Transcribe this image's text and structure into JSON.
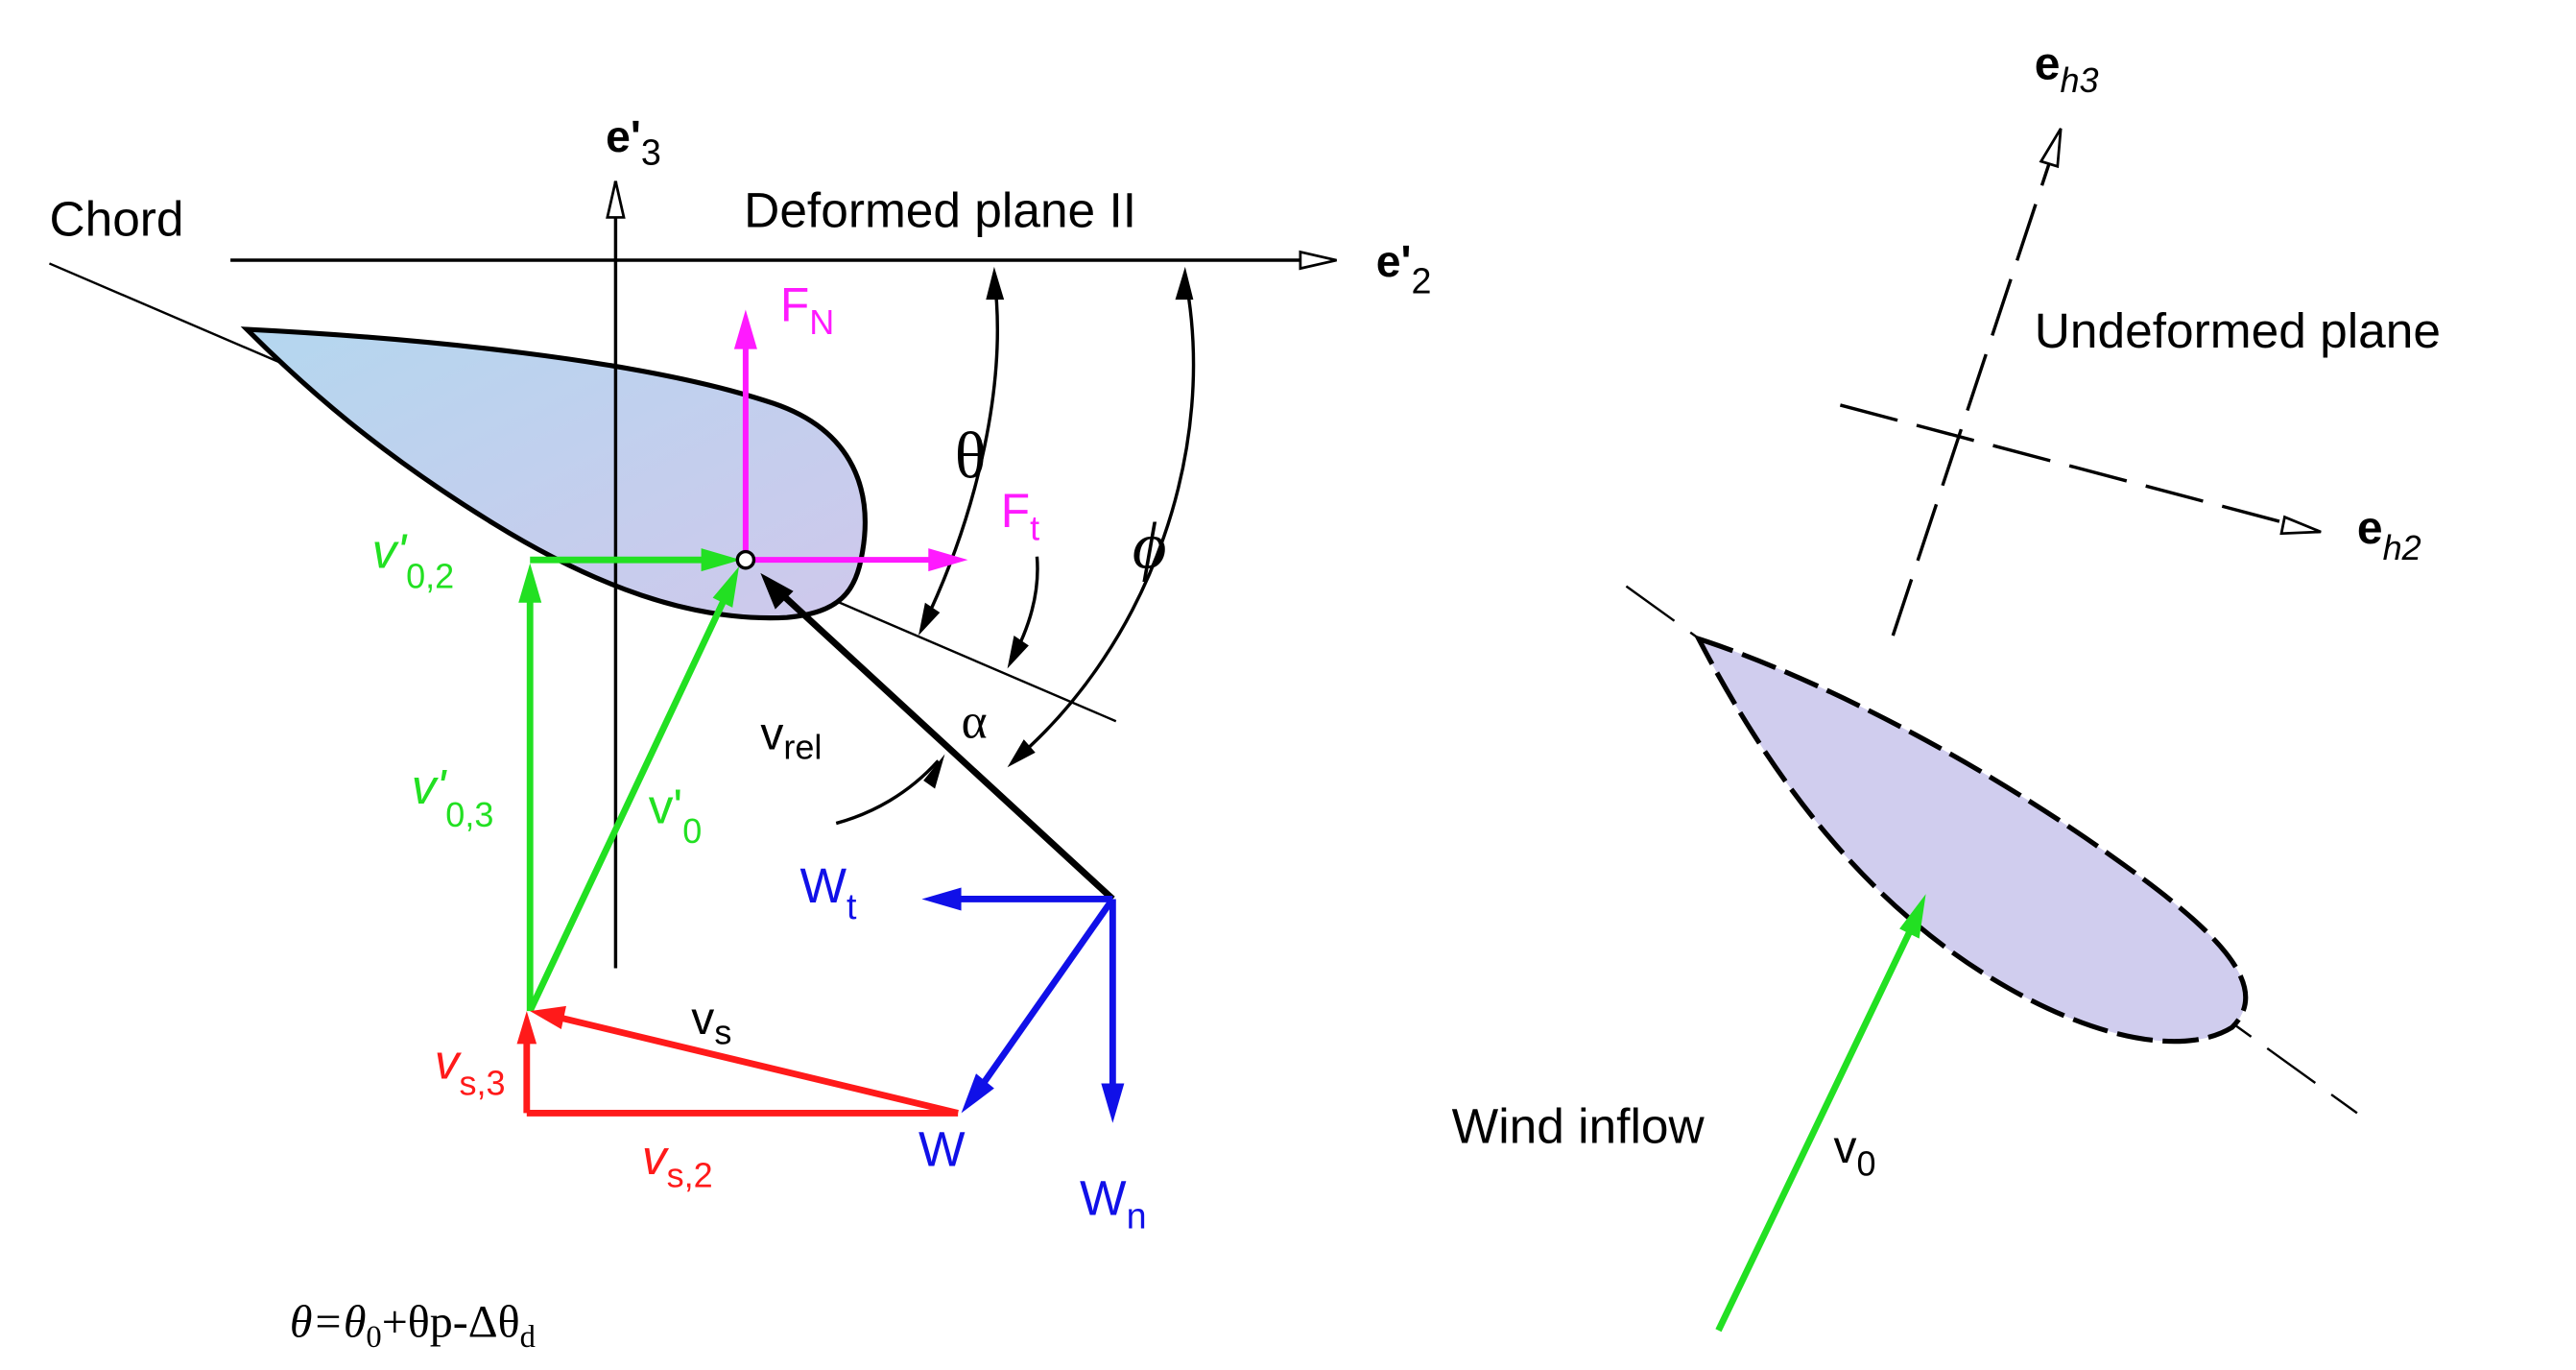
{
  "colors": {
    "green": "#22e022",
    "magenta": "#ff1aff",
    "blue": "#1010e8",
    "red": "#ff1a1a",
    "black": "#000000",
    "airfoil_fill_left": "#b4d7ef",
    "airfoil_fill_right": "#cfc8ec",
    "airfoil_fill_undeformed": "#d0cdee"
  },
  "labels": {
    "chord": "Chord",
    "deformed_plane": "Deformed plane II",
    "undeformed_plane": "Undeformed plane",
    "wind_inflow": "Wind  inflow",
    "e3p": {
      "main": "e'",
      "sub": "3"
    },
    "e2p": {
      "main": "e'",
      "sub": "2"
    },
    "eh3": {
      "main": "e",
      "sub": "h3"
    },
    "eh2": {
      "main": "e",
      "sub": "h2"
    },
    "FN": {
      "main": "F",
      "sub": "N"
    },
    "Ft": {
      "main": "F",
      "sub": "t"
    },
    "theta": "θ",
    "phi": "ϕ",
    "alpha": "α",
    "vrel": {
      "main": "v",
      "sub": "rel"
    },
    "v02": {
      "main": "v'",
      "sub": "0,2"
    },
    "v03": {
      "main": "v'",
      "sub": "0,3"
    },
    "v0p": {
      "main": "v'",
      "sub": "0"
    },
    "Wt": {
      "main": "W",
      "sub": "t"
    },
    "Wn": {
      "main": "W",
      "sub": "n"
    },
    "W": "W",
    "vs": {
      "main": "v",
      "sub": "s"
    },
    "vs3": {
      "main": "v",
      "sub": "s,3"
    },
    "vs2": {
      "main": "v",
      "sub": "s,2"
    },
    "v0": {
      "main": "v",
      "sub": "0"
    },
    "formula": {
      "t1": "θ=θ",
      "s1": "0",
      "t2": "+θp-Δθ",
      "s2": "d"
    }
  }
}
